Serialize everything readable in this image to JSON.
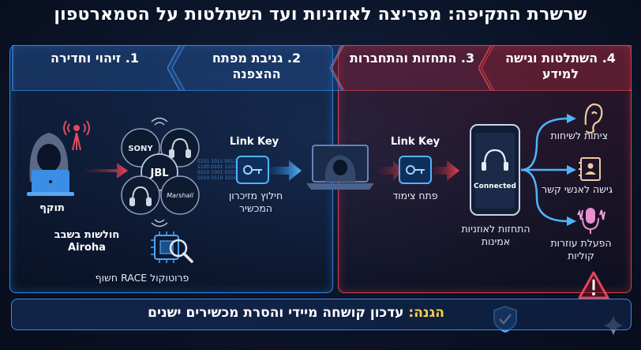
{
  "title": "שרשרת התקיפה: מפריצה לאוזניות ועד השתלטות על הסמארטפון",
  "steps": [
    {
      "label": "1. זיהוי וחדירה"
    },
    {
      "label": "2. גניבת מפתח ההצפנה"
    },
    {
      "label": "3. התחזות והתחברות"
    },
    {
      "label": "4. השתלטות וגישה למידע"
    }
  ],
  "attacker": {
    "label": "תוקף"
  },
  "brands": [
    "SONY",
    "JBL",
    "Marshall"
  ],
  "vuln": {
    "line1": "חולשות בשבב",
    "line2": "Airoha",
    "protocol": "פרוטוקול RACE חשוף"
  },
  "extract": {
    "key_label": "Link Key",
    "caption": "חילוץ מזיכרון המכשיר"
  },
  "pairing": {
    "key_label": "Link Key",
    "caption": "פתח צימוד"
  },
  "phone": {
    "status": "Connected",
    "caption": "התחזות לאוזניות אמינות"
  },
  "actions": [
    {
      "label": "ציתות לשיחות",
      "icon": "ear-icon"
    },
    {
      "label": "גישה לאנשי קשר",
      "icon": "contacts-icon"
    },
    {
      "label": "הפעלת עוזרות קוליות",
      "icon": "microphone-icon"
    }
  ],
  "defense": {
    "prefix": "הגנה:",
    "text": "עדכון קושחה מיידי והסרת מכשירים ישנים"
  },
  "colors": {
    "blue": "#2f86e0",
    "red": "#d8434f",
    "yellow": "#f7d24a"
  }
}
